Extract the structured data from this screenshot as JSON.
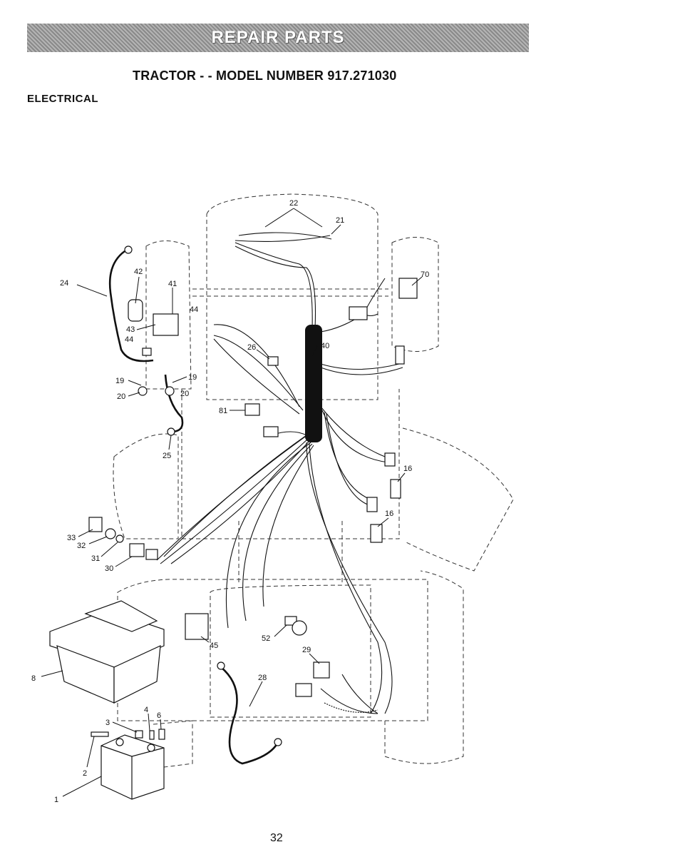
{
  "header": {
    "banner": "REPAIR PARTS",
    "title": "TRACTOR - - MODEL NUMBER 917.271030",
    "section": "ELECTRICAL"
  },
  "footer": {
    "page_number": "32"
  },
  "callouts": [
    "22",
    "21",
    "70",
    "42",
    "41",
    "24",
    "43",
    "44",
    "44",
    "40",
    "26",
    "19",
    "19",
    "20",
    "20",
    "81",
    "25",
    "16",
    "16",
    "33",
    "32",
    "31",
    "30",
    "45",
    "52",
    "29",
    "8",
    "28",
    "4",
    "6",
    "3",
    "2",
    "1"
  ]
}
